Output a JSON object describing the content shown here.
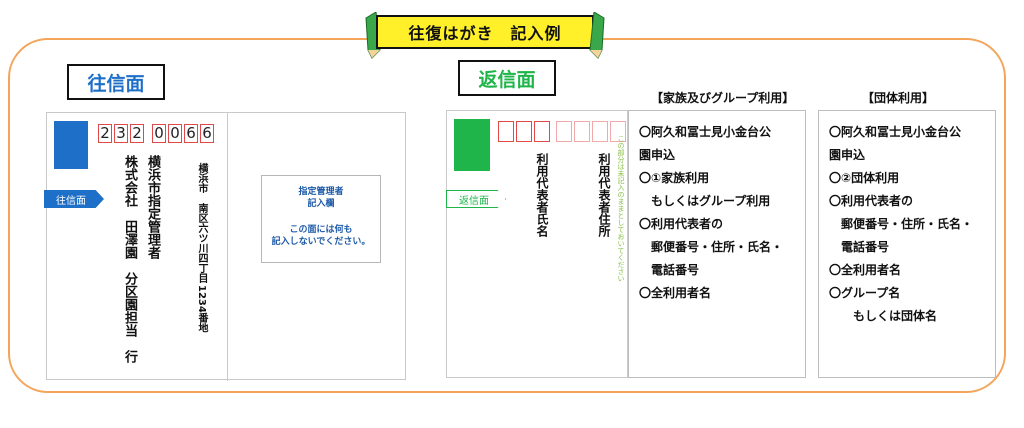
{
  "title": "往復はがき　記入例",
  "ofuku": {
    "label": "往信面",
    "postal_code": [
      "2",
      "3",
      "2",
      "0",
      "0",
      "6",
      "6"
    ],
    "arrow_label": "往信面",
    "address_lines": [
      "横浜市　南区六ツ川四丁目",
      "1234番地"
    ],
    "recipient_lines": [
      "横浜市指定管理者",
      "株式会社　田澤園　分区園担当　行"
    ],
    "manager_box": {
      "heading_line1": "指定管理者",
      "heading_line2": "記入欄",
      "note_line1": "この面には何も",
      "note_line2": "記入しないでください。"
    }
  },
  "henshin": {
    "label": "返信面",
    "arrow_label": "返信面",
    "address_label": "利用代表者住所",
    "name_label": "利用代表者氏名",
    "side_note": "この部分は未記入のままとしておいてください"
  },
  "family": {
    "heading": "【家族及びグループ利用】",
    "lines": [
      "〇阿久和冨士見小金台公",
      "園申込",
      "〇①家族利用",
      "　もしくはグループ利用",
      "〇利用代表者の",
      "　郵便番号・住所・氏名・",
      "　電話番号",
      "〇全利用者名"
    ]
  },
  "group": {
    "heading": "【団体利用】",
    "lines": [
      "〇阿久和冨士見小金台公",
      "園申込",
      "〇②団体利用",
      "〇利用代表者の",
      "　郵便番号・住所・氏名・",
      "　電話番号",
      "〇全利用者名",
      "〇グループ名",
      "　　もしくは団体名"
    ]
  },
  "colors": {
    "frame": "#f4a55a",
    "title_bg": "#fff02a",
    "ofuku_blue": "#1e6fc8",
    "henshin_green": "#1fb54a",
    "postal_red": "#e34848",
    "manager_text": "#1e5aa8"
  },
  "icons": [
    "pencil-icon-left",
    "pencil-icon-right"
  ]
}
